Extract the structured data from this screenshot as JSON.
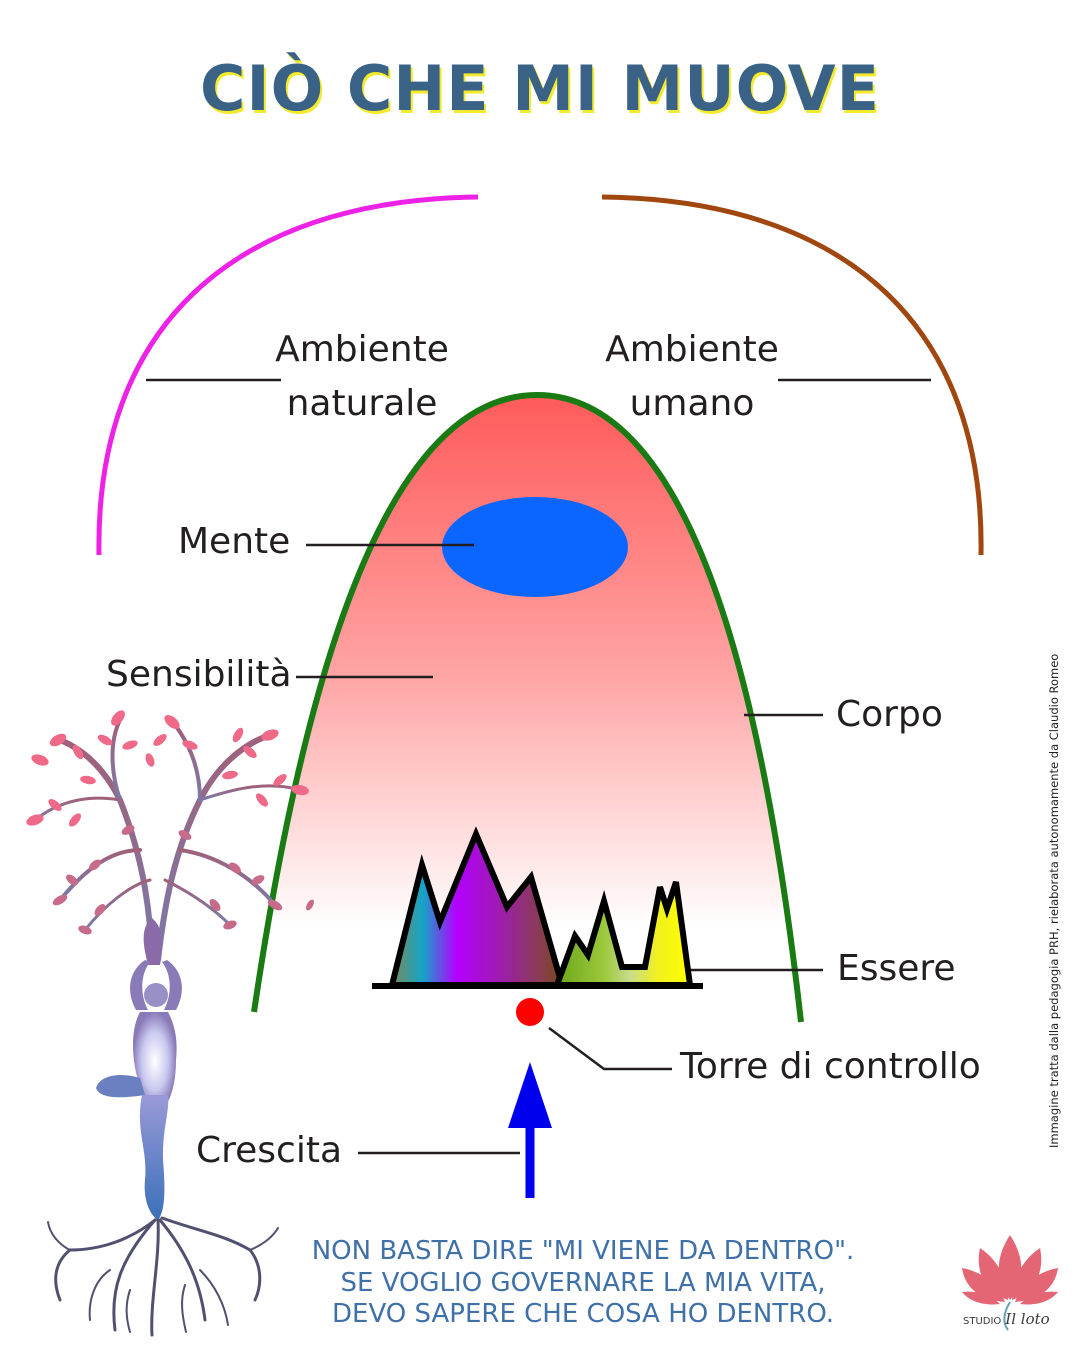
{
  "title": "CIÒ CHE MI MUOVE",
  "labels": {
    "ambiente_naturale_1": "Ambiente",
    "ambiente_naturale_2": "naturale",
    "ambiente_umano_1": "Ambiente",
    "ambiente_umano_2": "umano",
    "mente": "Mente",
    "sensibilita": "Sensibilità",
    "corpo": "Corpo",
    "essere": "Essere",
    "torre": "Torre di controllo",
    "crescita": "Crescita"
  },
  "credit": "Immagine tratta dalla pedagogia PRH, rielaborata autonomamente da Claudio Romeo",
  "quote": [
    "NON BASTA DIRE \"MI VIENE DA DENTRO\".",
    "SE VOGLIO GOVERNARE LA MIA VITA,",
    "DEVO SAPERE CHE COSA HO DENTRO."
  ],
  "logo": {
    "studio": "STUDIO",
    "name": "Il loto"
  },
  "colors": {
    "title": "#3a6186",
    "title_shadow": "#f2ea2c",
    "arc_natural": "#ee22e6",
    "arc_human": "#a0460f",
    "body_outline": "#1a7a14",
    "body_fill_top": "#ff5a5a",
    "mind": "#0a66ff",
    "control_tower": "#ff0000",
    "growth_arrow": "#0000ee",
    "quote": "#3f70a8"
  },
  "icons": [
    "tree-woman-icon",
    "lotus-logo-icon"
  ]
}
